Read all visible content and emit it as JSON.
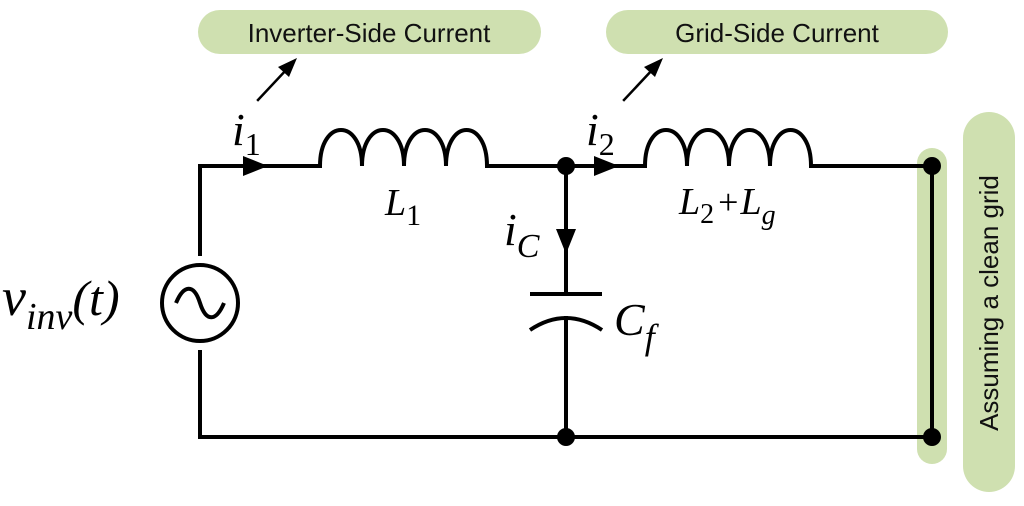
{
  "annotations": {
    "inverter_current": "Inverter-Side Current",
    "grid_current": "Grid-Side Current",
    "clean_grid": "Assuming a clean grid"
  },
  "labels": {
    "i1_base": "i",
    "i1_sub": "1",
    "i2_base": "i",
    "i2_sub": "2",
    "ic_base": "i",
    "ic_sub": "C",
    "l1_base": "L",
    "l1_sub": "1",
    "l2_base": "L",
    "l2_sub": "2",
    "plus": "+",
    "lg_base": "L",
    "lg_sub": "g",
    "cf_base": "C",
    "cf_sub": "f",
    "vinv_base": "v",
    "vinv_sub": "inv",
    "vinv_arg": "(t)"
  },
  "colors": {
    "highlight": "#cfe0b0",
    "wire": "#000000"
  },
  "icons": {
    "source": "ac-voltage-source-icon",
    "inductor": "inductor-icon",
    "capacitor": "capacitor-icon"
  }
}
